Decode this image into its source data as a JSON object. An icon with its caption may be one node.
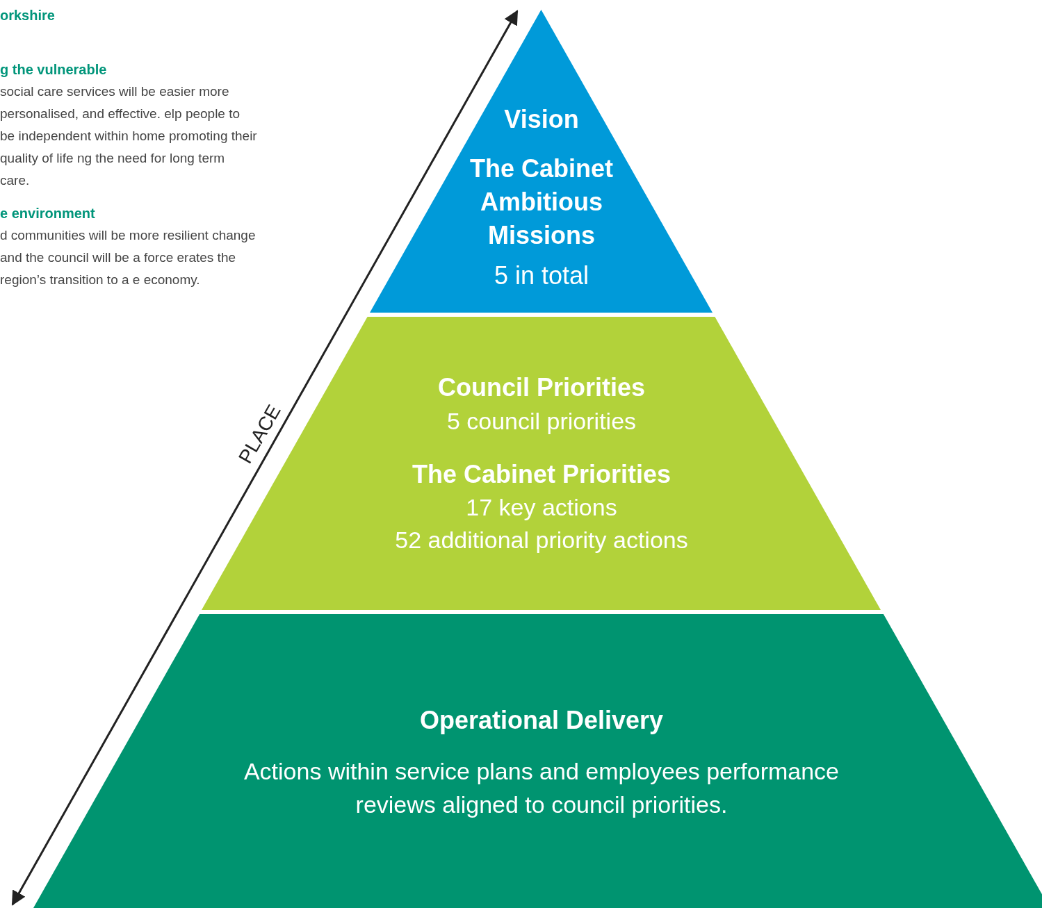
{
  "diagram": {
    "nodes": [
      {
        "text": [
          "Vision",
          "The Cabinet Ambitious Missions",
          "5 in total"
        ]
      },
      {
        "text": [
          "Council Priorities",
          "5 council priorities",
          "The Cabinet Priorities",
          "17 key actions",
          "52 additional priority actions"
        ]
      },
      {
        "text": [
          "Operational Delivery",
          "Actions within service plans and employees performance reviews aligned to council priorities."
        ]
      }
    ],
    "edges": [],
    "labels": [
      "orkshire",
      "g the vulnerable",
      "social care services will be easier more personalised, and effective. elp people to be independent within home promoting their quality of life ng the need for long term care.",
      "e environment",
      "d communities will be more resilient change and the council will be a force erates the region’s transition to a e economy.",
      "PLACE"
    ]
  }
}
